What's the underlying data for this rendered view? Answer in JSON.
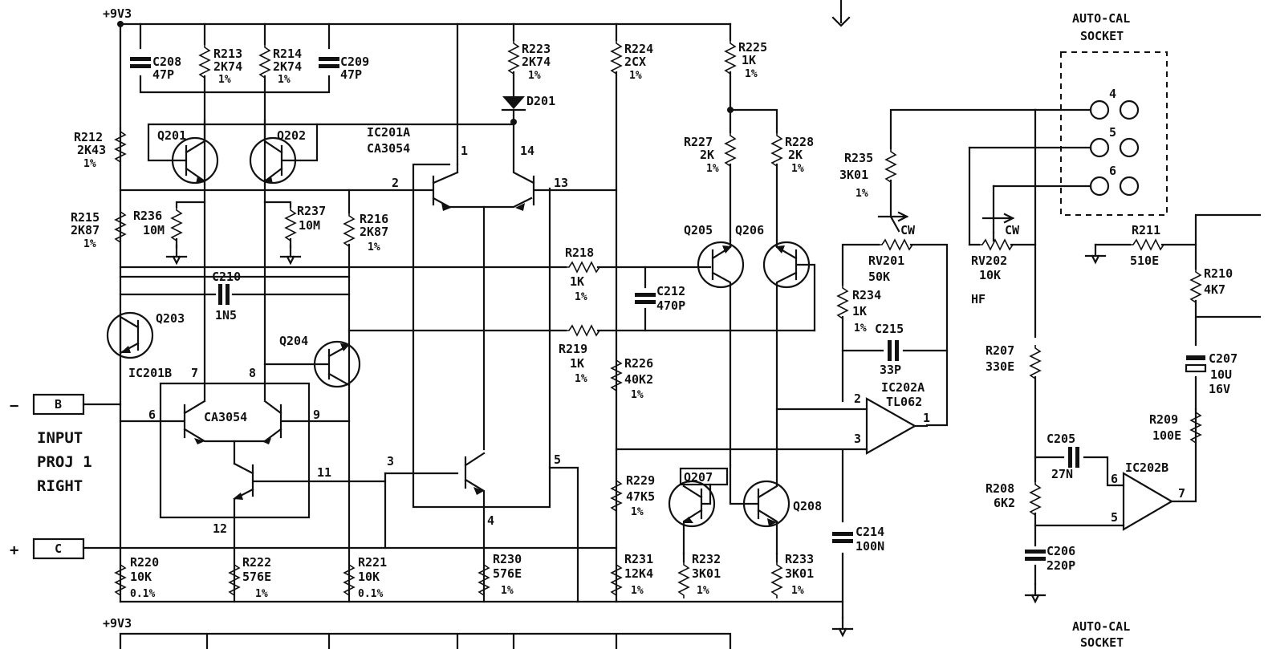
{
  "rails": {
    "supply_top": "+9V3",
    "supply_bottom": "+9V3"
  },
  "inputs": {
    "minus_sign": "−",
    "minus_pin": "B",
    "plus_sign": "+",
    "plus_pin": "C",
    "input_line1": "INPUT",
    "input_line2": "PROJ 1",
    "input_line3": "RIGHT"
  },
  "sockets": {
    "title1": "AUTO-CAL",
    "title2": "SOCKET",
    "pin4": "4",
    "pin5": "5",
    "pin6": "6",
    "bottom_title": "AUTO-CAL",
    "bottom_title2": "SOCKET"
  },
  "components": {
    "C208": {
      "ref": "C208",
      "val": "47P"
    },
    "C209": {
      "ref": "C209",
      "val": "47P"
    },
    "R213": {
      "ref": "R213",
      "val": "2K74",
      "tol": "1%"
    },
    "R214": {
      "ref": "R214",
      "val": "2K74",
      "tol": "1%"
    },
    "R223": {
      "ref": "R223",
      "val": "2K74",
      "tol": "1%"
    },
    "R224": {
      "ref": "R224",
      "val": "2CX",
      "tol": "1%"
    },
    "R225": {
      "ref": "R225",
      "val": "1K",
      "tol": "1%"
    },
    "R212": {
      "ref": "R212",
      "val": "2K43",
      "tol": "1%"
    },
    "D201": {
      "ref": "D201"
    },
    "Q201": {
      "ref": "Q201"
    },
    "Q202": {
      "ref": "Q202"
    },
    "IC201A": {
      "ref": "IC201A",
      "val": "CA3054"
    },
    "R227": {
      "ref": "R227",
      "val": "2K",
      "tol": "1%"
    },
    "R228": {
      "ref": "R228",
      "val": "2K",
      "tol": "1%"
    },
    "R235": {
      "ref": "R235",
      "val": "3K01",
      "tol": "1%"
    },
    "R215": {
      "ref": "R215",
      "val": "2K87",
      "tol": "1%"
    },
    "R236": {
      "ref": "R236",
      "val": "10M"
    },
    "R237": {
      "ref": "R237",
      "val": "10M"
    },
    "R216": {
      "ref": "R216",
      "val": "2K87",
      "tol": "1%"
    },
    "R218": {
      "ref": "R218",
      "val": "1K",
      "tol": "1%"
    },
    "Q205": {
      "ref": "Q205"
    },
    "Q206": {
      "ref": "Q206"
    },
    "RV201": {
      "ref": "RV201",
      "val": "50K",
      "cw": "CW"
    },
    "RV202": {
      "ref": "RV202",
      "val": "10K",
      "cw": "CW",
      "note": "HF"
    },
    "R211": {
      "ref": "R211",
      "val": "510E"
    },
    "R210": {
      "ref": "R210",
      "val": "4K7"
    },
    "C210": {
      "ref": "C210",
      "val": "1N5"
    },
    "C212": {
      "ref": "C212",
      "val": "470P"
    },
    "R234": {
      "ref": "R234",
      "val": "1K",
      "tol": "1%"
    },
    "C215": {
      "ref": "C215",
      "val": "33P"
    },
    "Q203": {
      "ref": "Q203"
    },
    "Q204": {
      "ref": "Q204"
    },
    "R219": {
      "ref": "R219",
      "val": "1K",
      "tol": "1%"
    },
    "R226": {
      "ref": "R226",
      "val": "40K2",
      "tol": "1%"
    },
    "R207": {
      "ref": "R207",
      "val": "330E"
    },
    "C207": {
      "ref": "C207",
      "val": "10U",
      "volt": "16V"
    },
    "IC201B": {
      "ref": "IC201B",
      "val": "CA3054"
    },
    "IC202A": {
      "ref": "IC202A",
      "val": "TL062"
    },
    "R209": {
      "ref": "R209",
      "val": "100E"
    },
    "C205": {
      "ref": "C205",
      "val": "27N"
    },
    "IC202B": {
      "ref": "IC202B"
    },
    "R208": {
      "ref": "R208",
      "val": "6K2"
    },
    "R229": {
      "ref": "R229",
      "val": "47K5",
      "tol": "1%"
    },
    "Q207": {
      "ref": "Q207"
    },
    "Q208": {
      "ref": "Q208"
    },
    "C214": {
      "ref": "C214",
      "val": "100N"
    },
    "C206": {
      "ref": "C206",
      "val": "220P"
    },
    "R220": {
      "ref": "R220",
      "val": "10K",
      "tol": "0.1%"
    },
    "R222": {
      "ref": "R222",
      "val": "576E",
      "tol": "1%"
    },
    "R221": {
      "ref": "R221",
      "val": "10K",
      "tol": "0.1%"
    },
    "R230": {
      "ref": "R230",
      "val": "576E",
      "tol": "1%"
    },
    "R231": {
      "ref": "R231",
      "val": "12K4",
      "tol": "1%"
    },
    "R232": {
      "ref": "R232",
      "val": "3K01",
      "tol": "1%"
    },
    "R233": {
      "ref": "R233",
      "val": "3K01",
      "tol": "1%"
    }
  },
  "pins": {
    "p1": "1",
    "p14": "14",
    "p2": "2",
    "p13": "13",
    "p7": "7",
    "p8": "8",
    "p6": "6",
    "p9": "9",
    "p11": "11",
    "p12": "12",
    "p3": "3",
    "p5": "5",
    "p4": "4",
    "op2": "2",
    "op3": "3",
    "op1": "1",
    "ob6": "6",
    "ob5": "5",
    "ob7": "7"
  }
}
